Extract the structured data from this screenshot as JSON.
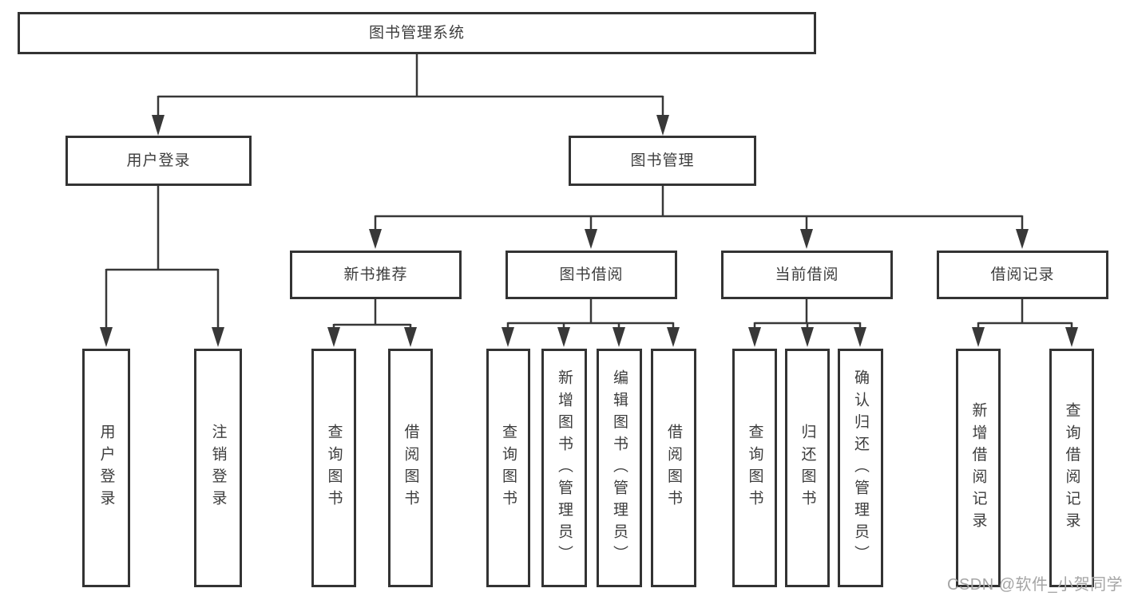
{
  "diagram_title": "图书管理系统",
  "tree": {
    "root": {
      "label": "图书管理系统",
      "children": [
        {
          "label": "用户登录",
          "leaves": [
            "用户登录",
            "注销登录"
          ]
        },
        {
          "label": "图书管理",
          "children": [
            {
              "label": "新书推荐",
              "leaves": [
                "查询图书",
                "借阅图书"
              ]
            },
            {
              "label": "图书借阅",
              "leaves": [
                "查询图书",
                "新增图书（管理员）",
                "编辑图书（管理员）",
                "借阅图书"
              ]
            },
            {
              "label": "当前借阅",
              "leaves": [
                "查询图书",
                "归还图书",
                "确认归还（管理员）"
              ]
            },
            {
              "label": "借阅记录",
              "leaves": [
                "新增借阅记录",
                "查询借阅记录"
              ]
            }
          ]
        }
      ]
    }
  },
  "watermark": {
    "text": "CSDN @软件_小贺同学"
  },
  "colors": {
    "line": "#383838",
    "box_border": "#333333",
    "text": "#3d3d3d",
    "watermark": "#a5a5a5",
    "background": "#ffffff"
  }
}
